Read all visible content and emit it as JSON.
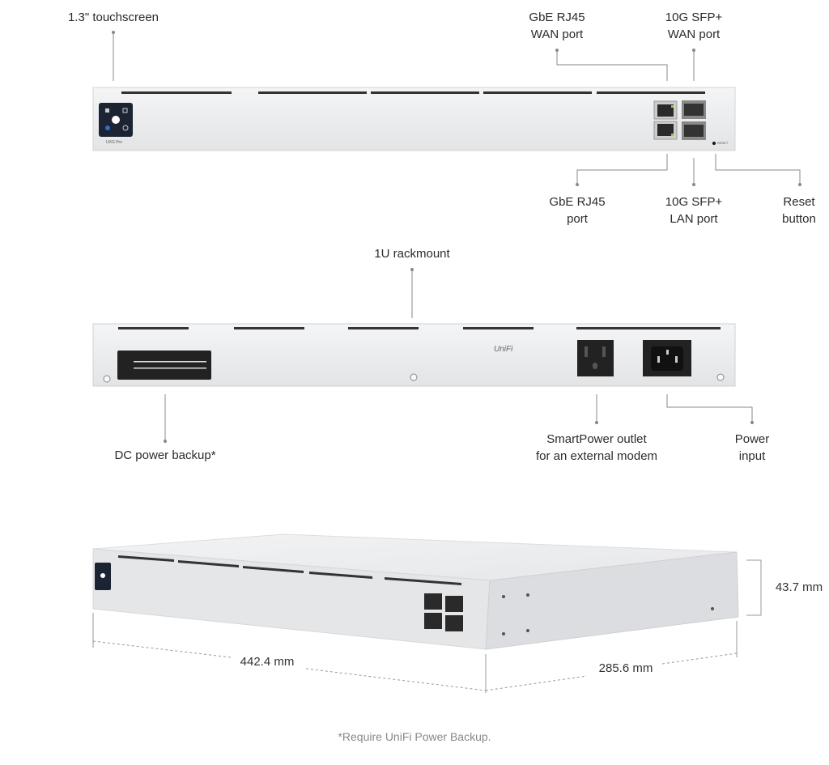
{
  "title": "UniFi Gateway Pro (UXG-Pro) hardware overview",
  "front_callouts": {
    "touchscreen": "1.3\" touchscreen",
    "rj45_wan": [
      "GbE RJ45",
      "WAN port"
    ],
    "sfp_wan": [
      "10G SFP+",
      "WAN port"
    ],
    "rj45_lan": [
      "GbE RJ45",
      "port"
    ],
    "sfp_lan": [
      "10G SFP+",
      "LAN port"
    ],
    "reset": [
      "Reset",
      "button"
    ]
  },
  "rear_callouts": {
    "rackmount": "1U rackmount",
    "dc_backup": "DC power backup*",
    "smartpower": [
      "SmartPower outlet",
      "for an external modem"
    ],
    "power_input": [
      "Power",
      "input"
    ]
  },
  "device": {
    "model_label": "UXG Pro",
    "brand": "UniFi",
    "reset_label": "RESET"
  },
  "dimensions": {
    "height": "43.7 mm",
    "width": "442.4 mm",
    "depth": "285.6 mm"
  },
  "footnote": "*Require UniFi Power Backup.",
  "colors": {
    "chassis": "#e9eaec",
    "line": "#777777",
    "port": "#2a2a2a",
    "screen": "#1c2433",
    "accent": "#2f6bd8"
  }
}
